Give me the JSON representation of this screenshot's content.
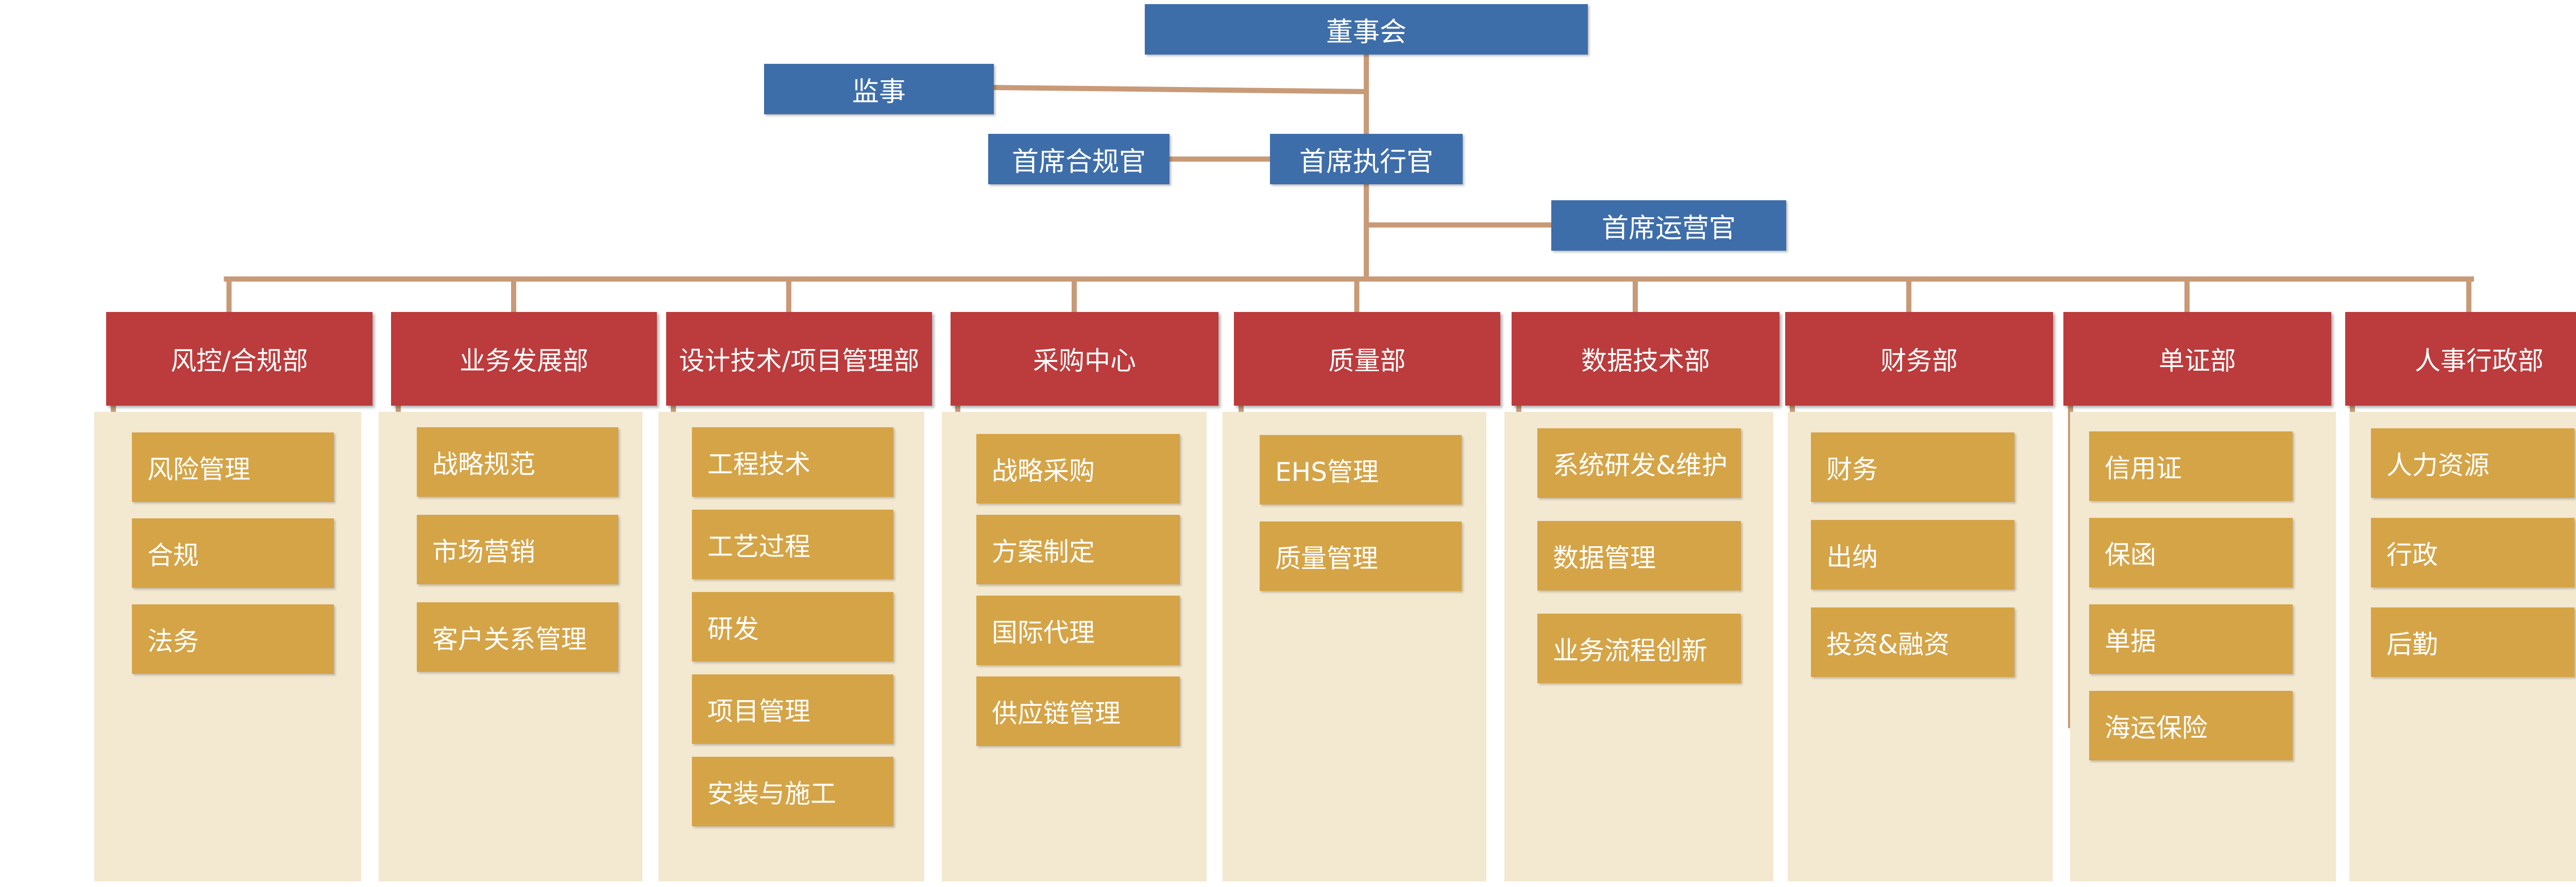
{
  "colors": {
    "executive": "#3e6eaa",
    "department": "#bc3b3c",
    "sub_unit": "#d5a447",
    "panel": "#f3e8d0",
    "connector": "#c89a77"
  },
  "executives": {
    "board": "董事会",
    "supervisor": "监事",
    "cco": "首席合规官",
    "ceo": "首席执行官",
    "coo": "首席运营官"
  },
  "departments": [
    {
      "name": "风控/合规部",
      "units": [
        "风险管理",
        "合规",
        "法务"
      ]
    },
    {
      "name": "业务发展部",
      "units": [
        "战略规范",
        "市场营销",
        "客户关系管理"
      ]
    },
    {
      "name": "设计技术/项目管理部",
      "units": [
        "工程技术",
        "工艺过程",
        "研发",
        "项目管理",
        "安装与施工"
      ]
    },
    {
      "name": "采购中心",
      "units": [
        "战略采购",
        "方案制定",
        "国际代理",
        "供应链管理"
      ]
    },
    {
      "name": "质量部",
      "units": [
        "EHS管理",
        "质量管理"
      ]
    },
    {
      "name": "数据技术部",
      "units": [
        "系统研发&维护",
        "数据管理",
        "业务流程创新"
      ]
    },
    {
      "name": "财务部",
      "units": [
        "财务",
        "出纳",
        "投资&融资"
      ]
    },
    {
      "name": "单证部",
      "units": [
        "信用证",
        "保函",
        "单据",
        "海运保险"
      ]
    },
    {
      "name": "人事行政部",
      "units": [
        "人力资源",
        "行政",
        "后勤"
      ]
    }
  ]
}
